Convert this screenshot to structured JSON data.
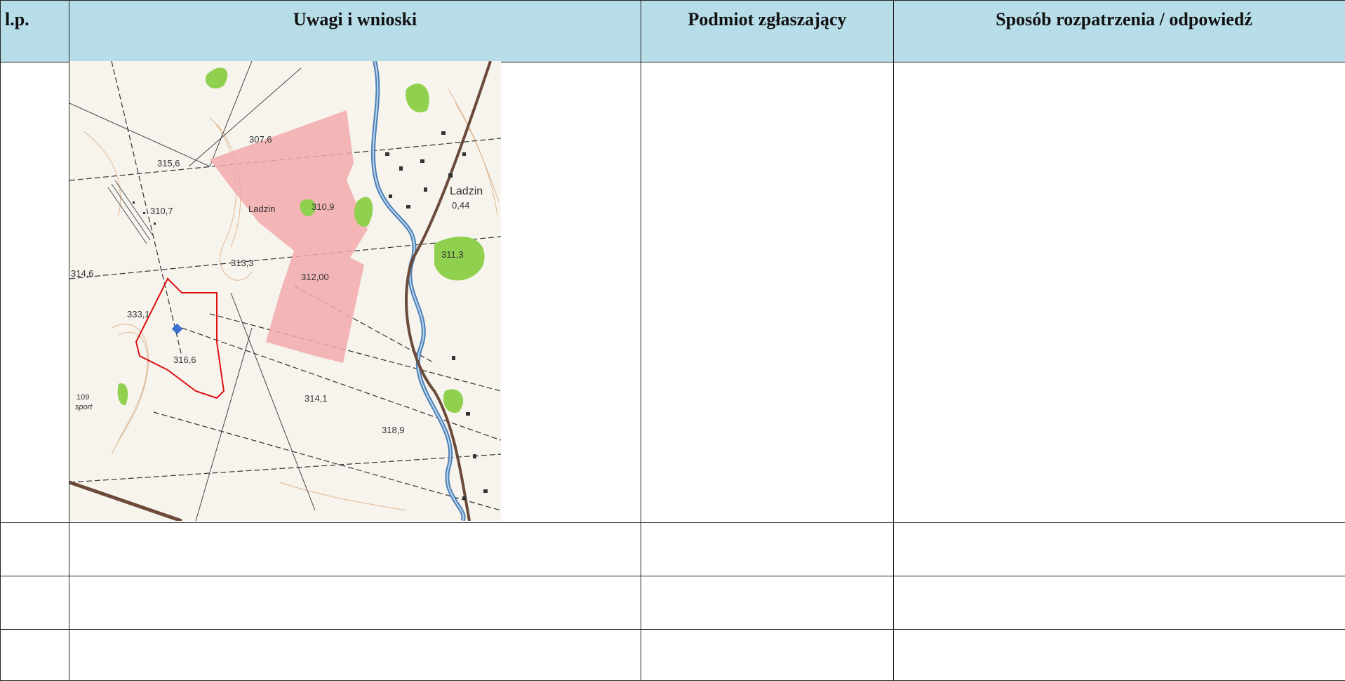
{
  "table": {
    "headers": {
      "lp": "l.p.",
      "uwagi": "Uwagi i wnioski",
      "podmiot": "Podmiot zgłaszający",
      "sposob": "Sposób rozpatrzenia / odpowiedź"
    },
    "rows": [
      {
        "lp": "",
        "uwagi": "",
        "podmiot": "",
        "sposob": ""
      },
      {
        "lp": "",
        "uwagi": "",
        "podmiot": "",
        "sposob": ""
      },
      {
        "lp": "",
        "uwagi": "",
        "podmiot": "",
        "sposob": ""
      },
      {
        "lp": "",
        "uwagi": "",
        "podmiot": "",
        "sposob": ""
      }
    ]
  },
  "map": {
    "labels": [
      "315,6",
      "307,6",
      "310,7",
      "Ladzin",
      "310,9",
      "Ladzin",
      "0,44",
      "313,3",
      "312,00",
      "314,6",
      "333,1",
      "316,6",
      "109",
      "sport",
      "314,1",
      "318,9",
      "311,3"
    ],
    "colors": {
      "highlight_area": "#f2a9ab",
      "boundary": "#dd1111",
      "forest": "#8fd14f",
      "river": "#4a7fb5",
      "road": "#6b4a3a",
      "marker": "#3d6fcc"
    }
  }
}
